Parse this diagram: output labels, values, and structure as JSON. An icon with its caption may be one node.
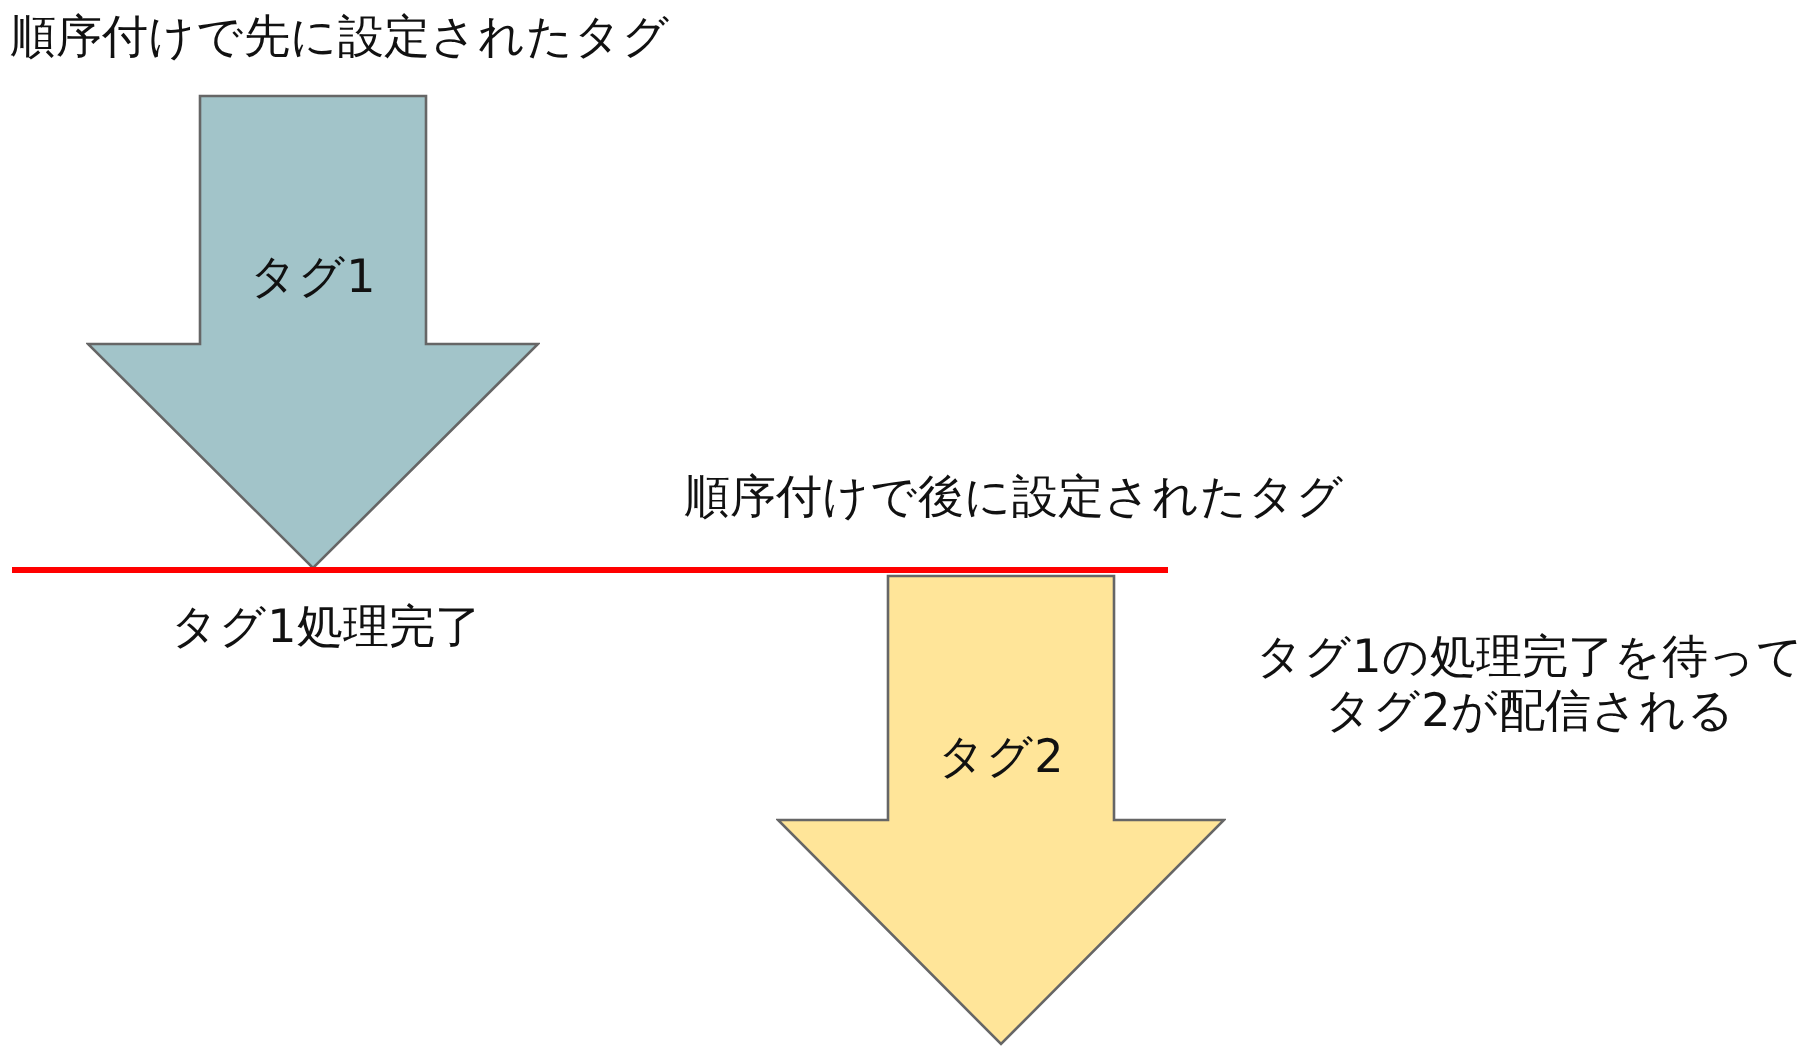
{
  "diagram": {
    "nodes": [
      {
        "text": [
          "タグ1"
        ],
        "beside": [
          "順序付けで先に設定されたタグ",
          "タグ1処理完了"
        ]
      },
      {
        "text": [
          "タグ2"
        ],
        "beside": [
          "順序付けで後に設定されたタグ",
          "タグ1の処理完了を待ってタグ2が配信される"
        ]
      }
    ]
  }
}
